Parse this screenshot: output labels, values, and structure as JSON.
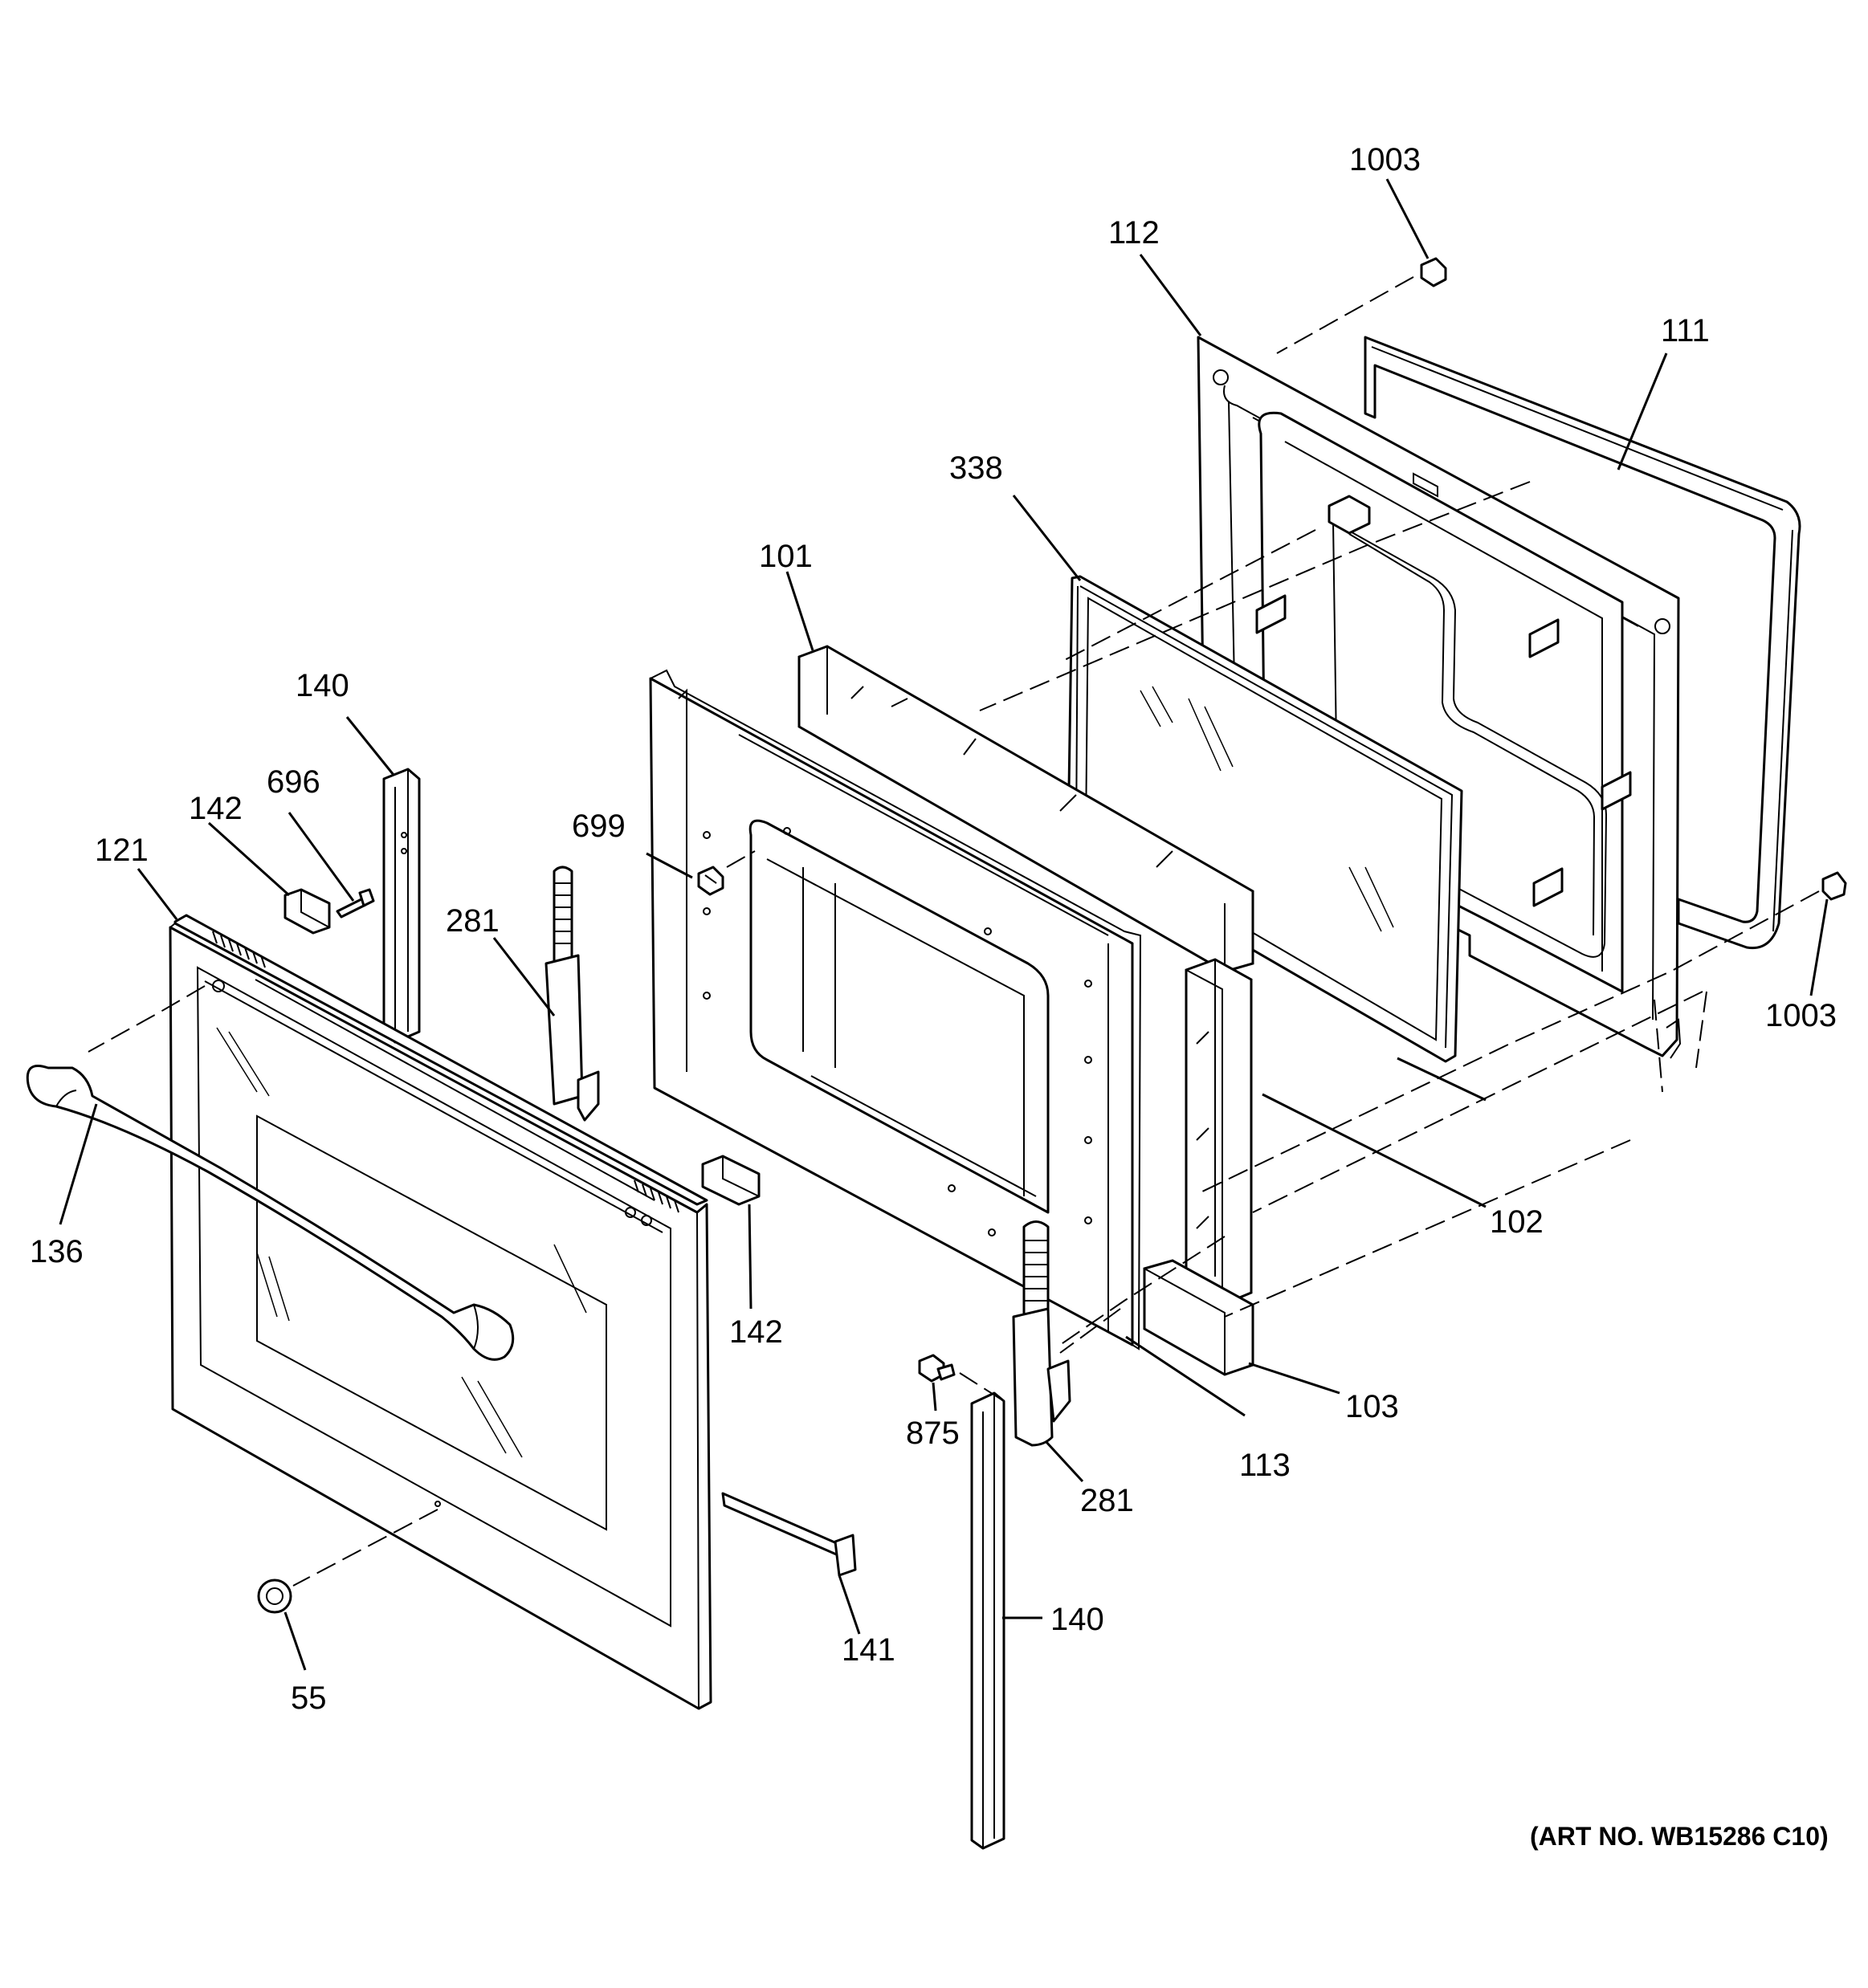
{
  "callouts": [
    {
      "id": "c-1003-top",
      "text": "1003"
    },
    {
      "id": "c-112",
      "text": "112"
    },
    {
      "id": "c-111",
      "text": "111"
    },
    {
      "id": "c-338",
      "text": "338"
    },
    {
      "id": "c-101",
      "text": "101"
    },
    {
      "id": "c-140-top",
      "text": "140"
    },
    {
      "id": "c-696",
      "text": "696"
    },
    {
      "id": "c-142-top",
      "text": "142"
    },
    {
      "id": "c-121",
      "text": "121"
    },
    {
      "id": "c-699",
      "text": "699"
    },
    {
      "id": "c-281-top",
      "text": "281"
    },
    {
      "id": "c-1003-right",
      "text": "1003"
    },
    {
      "id": "c-136",
      "text": "136"
    },
    {
      "id": "c-102",
      "text": "102"
    },
    {
      "id": "c-142-mid",
      "text": "142"
    },
    {
      "id": "c-103",
      "text": "103"
    },
    {
      "id": "c-875",
      "text": "875"
    },
    {
      "id": "c-113",
      "text": "113"
    },
    {
      "id": "c-281-bottom",
      "text": "281"
    },
    {
      "id": "c-141",
      "text": "141"
    },
    {
      "id": "c-140-bottom",
      "text": "140"
    },
    {
      "id": "c-55",
      "text": "55"
    }
  ],
  "art_number": "(ART NO. WB15286 C10)"
}
